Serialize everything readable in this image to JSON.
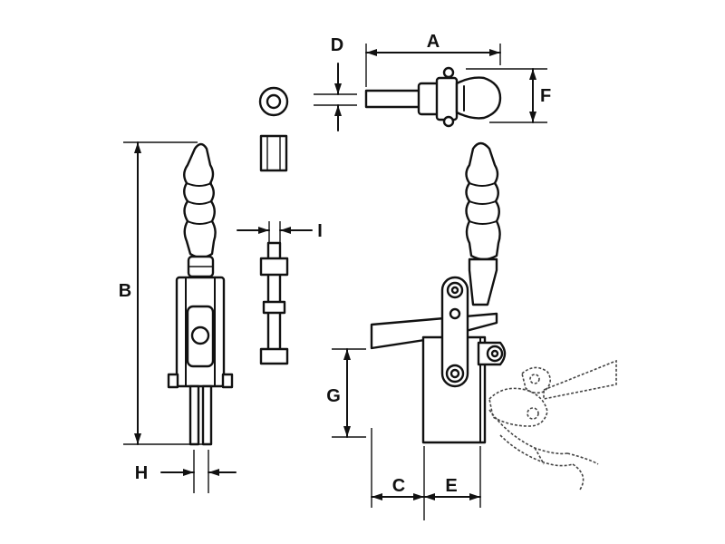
{
  "labels": {
    "A": "A",
    "B": "B",
    "C": "C",
    "D": "D",
    "E": "E",
    "F": "F",
    "G": "G",
    "H": "H",
    "I": "I"
  }
}
